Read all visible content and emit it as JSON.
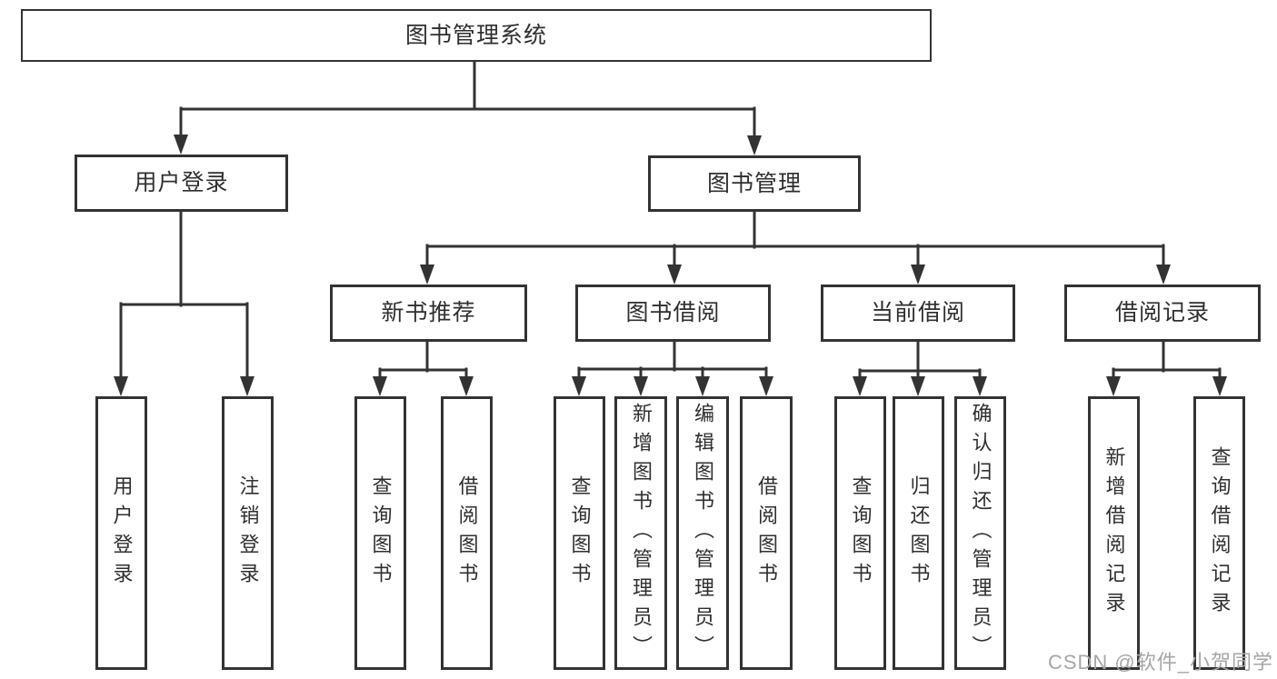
{
  "diagram": {
    "type": "hierarchy-tree",
    "root": {
      "label": "图书管理系统"
    },
    "level2": [
      {
        "label": "用户登录",
        "parent": "图书管理系统"
      },
      {
        "label": "图书管理",
        "parent": "图书管理系统"
      }
    ],
    "level3": [
      {
        "label": "新书推荐",
        "parent": "图书管理"
      },
      {
        "label": "图书借阅",
        "parent": "图书管理"
      },
      {
        "label": "当前借阅",
        "parent": "图书管理"
      },
      {
        "label": "借阅记录",
        "parent": "图书管理"
      }
    ],
    "leaves": [
      {
        "label": "用户登录",
        "parent": "用户登录"
      },
      {
        "label": "注销登录",
        "parent": "用户登录"
      },
      {
        "label": "查询图书",
        "parent": "新书推荐"
      },
      {
        "label": "借阅图书",
        "parent": "新书推荐"
      },
      {
        "label": "查询图书",
        "parent": "图书借阅"
      },
      {
        "label": "新增图书（管理员）",
        "parent": "图书借阅"
      },
      {
        "label": "编辑图书（管理员）",
        "parent": "图书借阅"
      },
      {
        "label": "借阅图书",
        "parent": "图书借阅"
      },
      {
        "label": "查询图书",
        "parent": "当前借阅"
      },
      {
        "label": "归还图书",
        "parent": "当前借阅"
      },
      {
        "label": "确认归还（管理员）",
        "parent": "当前借阅"
      },
      {
        "label": "新增借阅记录",
        "parent": "借阅记录"
      },
      {
        "label": "查询借阅记录",
        "parent": "借阅记录"
      }
    ]
  },
  "watermark": {
    "text": "CSDN @软件_小贺同学"
  },
  "colors": {
    "line": "#333333",
    "text": "#2f2f2f",
    "background": "#ffffff",
    "watermark_text": "#a6a6a6"
  }
}
